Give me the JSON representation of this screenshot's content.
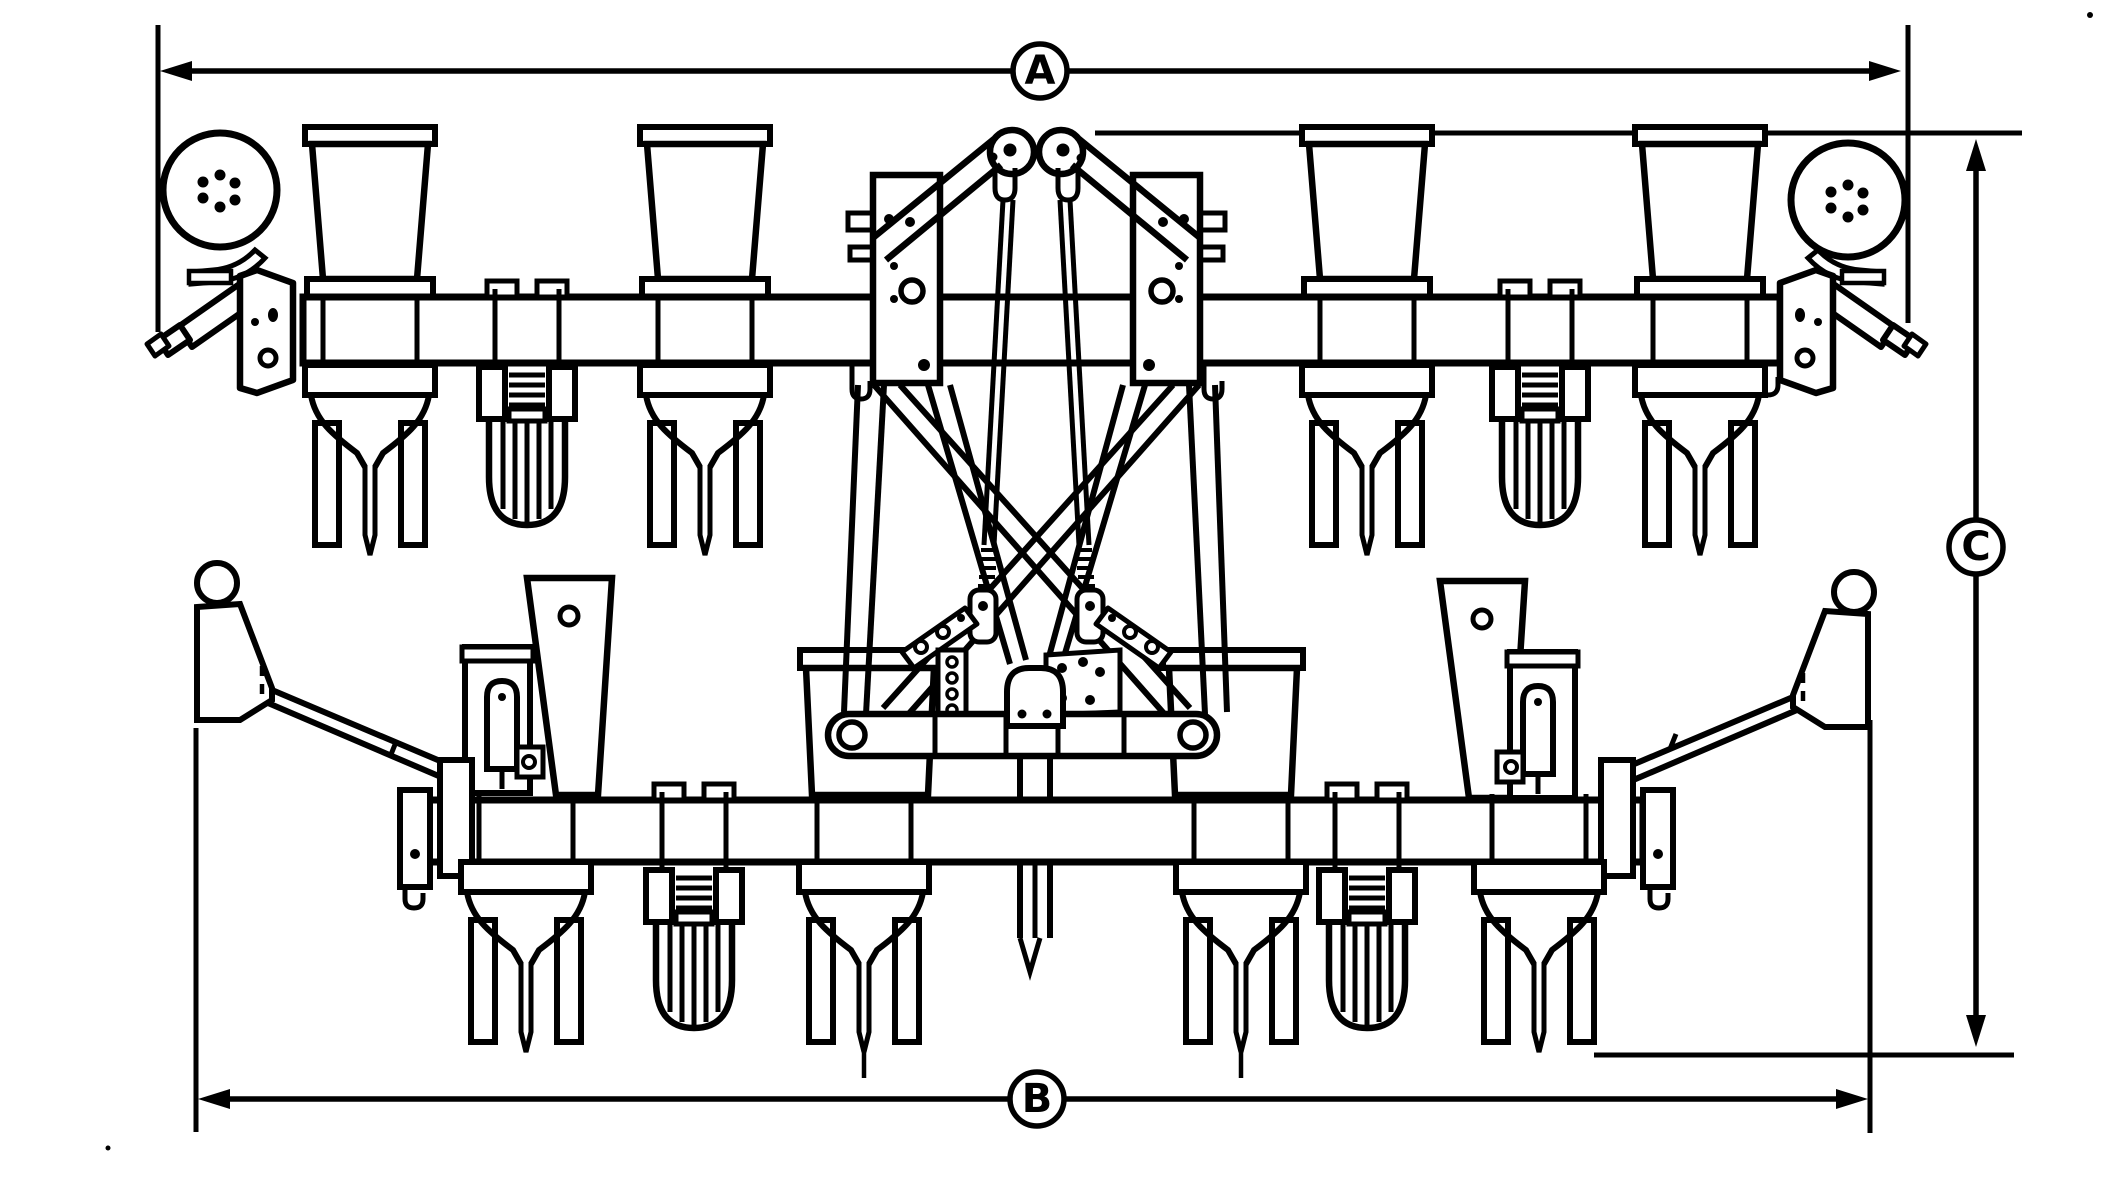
{
  "figure": {
    "kind": "dimensional-line-drawing",
    "background_color": "#ffffff",
    "line_color": "#000000",
    "dimension_labels": {
      "a": "A",
      "b": "B",
      "c": "C"
    }
  }
}
